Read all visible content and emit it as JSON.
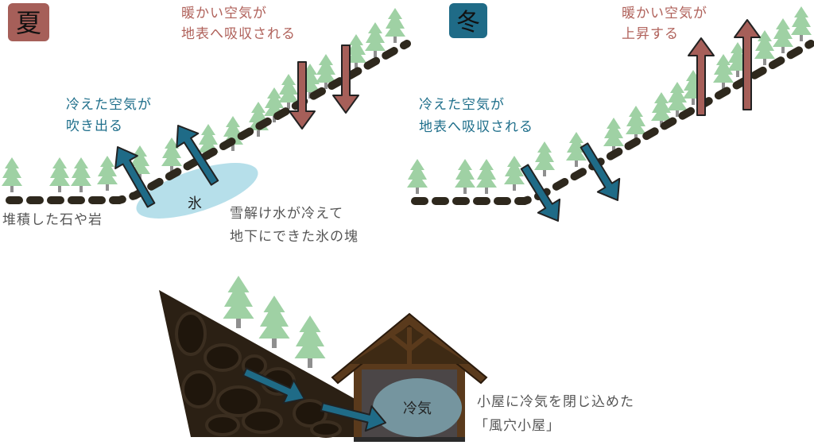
{
  "colors": {
    "summer": "#a65f59",
    "winter": "#1f6b87",
    "warm_text": "#b0625b",
    "cool_text": "#1f6f8b",
    "gray_text": "#555555",
    "ground": "#2e281d",
    "tree": "#9fd1a4",
    "ice": "#b6dfea"
  },
  "summer": {
    "badge": "夏",
    "warm_line1": "暖かい空気が",
    "warm_line2": "地表へ吸収される",
    "cool_line1": "冷えた空気が",
    "cool_line2": "吹き出る",
    "rocks_label": "堆積した石や岩",
    "ice_label": "氷",
    "ice_desc_line1": "雪解け水が冷えて",
    "ice_desc_line2": "地下にできた氷の塊"
  },
  "winter": {
    "badge": "冬",
    "warm_line1": "暖かい空気が",
    "warm_line2": "上昇する",
    "cool_line1": "冷えた空気が",
    "cool_line2": "地表へ吸収される"
  },
  "hut": {
    "cold_air_label": "冷気",
    "desc_line1": "小屋に冷気を閉じ込めた",
    "desc_line2": "「風穴小屋」"
  }
}
